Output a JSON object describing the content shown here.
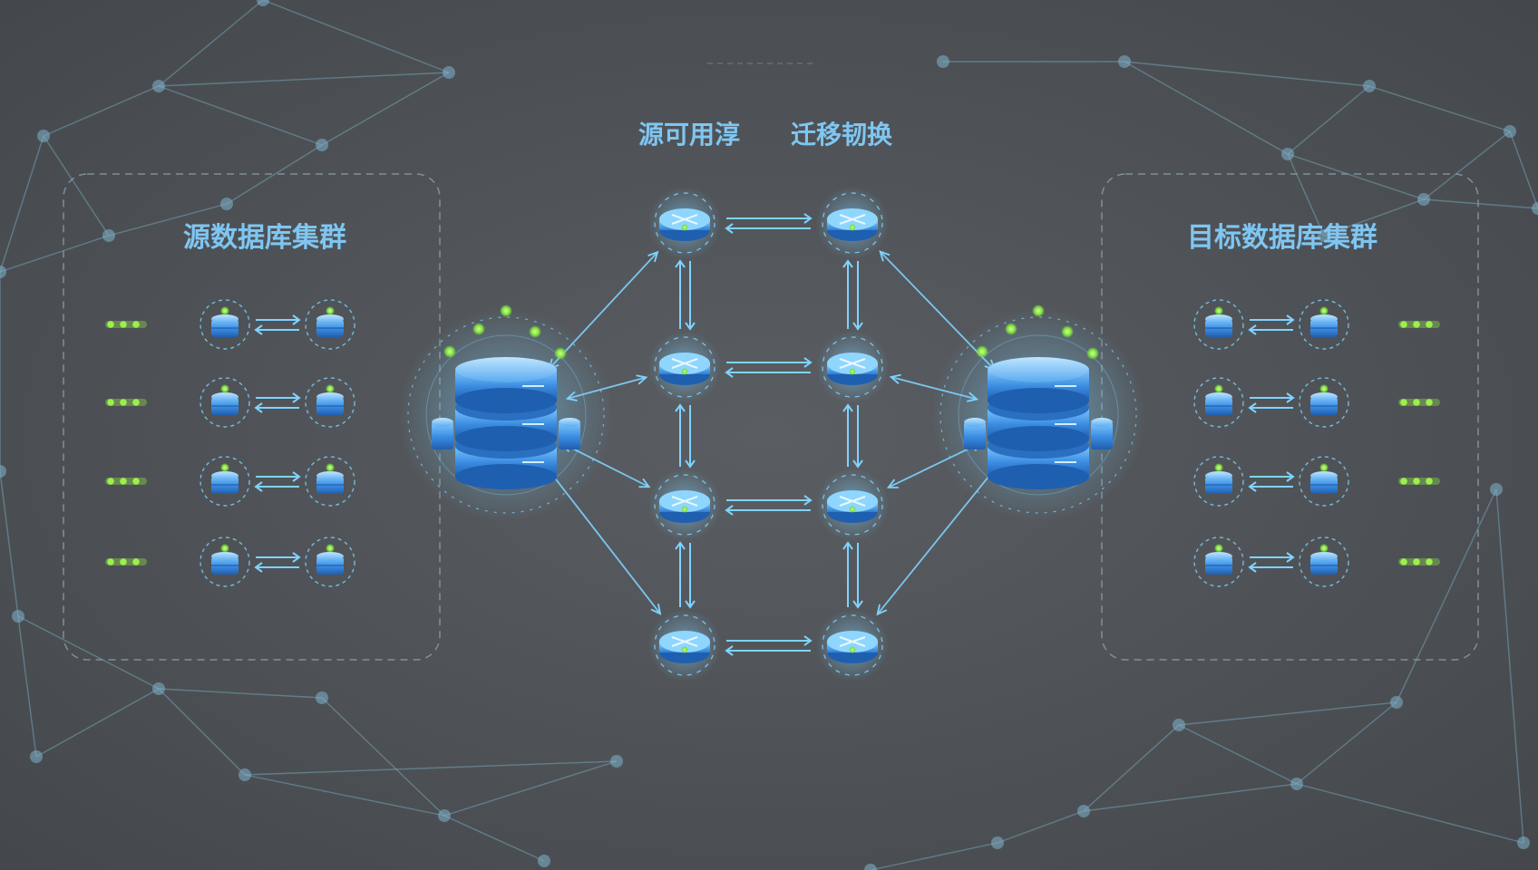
{
  "header": {
    "title_left": "源可用淳",
    "title_right": "迁移韧换"
  },
  "source_cluster": {
    "label": "源数据库集群"
  },
  "target_cluster": {
    "label": "目标数据库集群"
  },
  "colors": {
    "background": "#4f5357",
    "accent_blue": "#4aa3e6",
    "accent_cyan": "#7fd3ff",
    "accent_green": "#9cf04a",
    "panel_border": "#8a9aa6",
    "title_text": "#7fc6f2",
    "network_lines": "#7fb3cc"
  },
  "icons": {
    "main_database": "database-stack-icon",
    "router": "router-icon",
    "mini_node": "db-node-icon",
    "sync_arrow": "bidirectional-arrow-icon",
    "status_led": "status-led-icon"
  },
  "source_nodes": {
    "rows": 4
  },
  "target_nodes": {
    "rows": 4
  }
}
